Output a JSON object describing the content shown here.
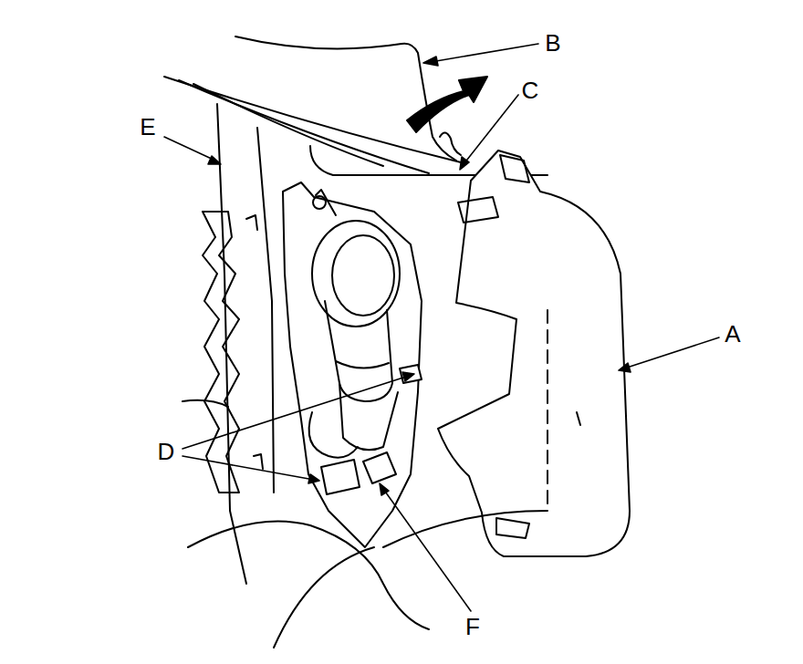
{
  "diagram": {
    "labels": [
      "B",
      "C",
      "E",
      "A",
      "D",
      "F"
    ]
  }
}
